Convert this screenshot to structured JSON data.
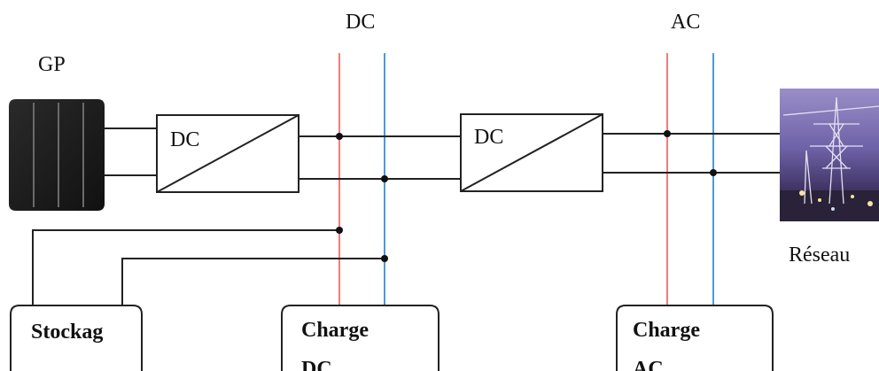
{
  "labels": {
    "dc_bus": "DC",
    "ac_bus": "AC",
    "pv": "GP",
    "grid": "Réseau",
    "conv1_top": "DC",
    "conv2_top": "DC"
  },
  "loads": {
    "storage": "Stockag",
    "dc_load_line1": "Charge",
    "dc_load_line2": "DC",
    "ac_load_line1": "Charge",
    "ac_load_line2": "AC"
  },
  "colors": {
    "positive_line": "#f27c7c",
    "negative_line": "#4c9ad8",
    "panel": "#1c1c1c"
  },
  "icons": {
    "pv": "solar-panel-icon",
    "grid": "power-grid-photo-icon"
  }
}
